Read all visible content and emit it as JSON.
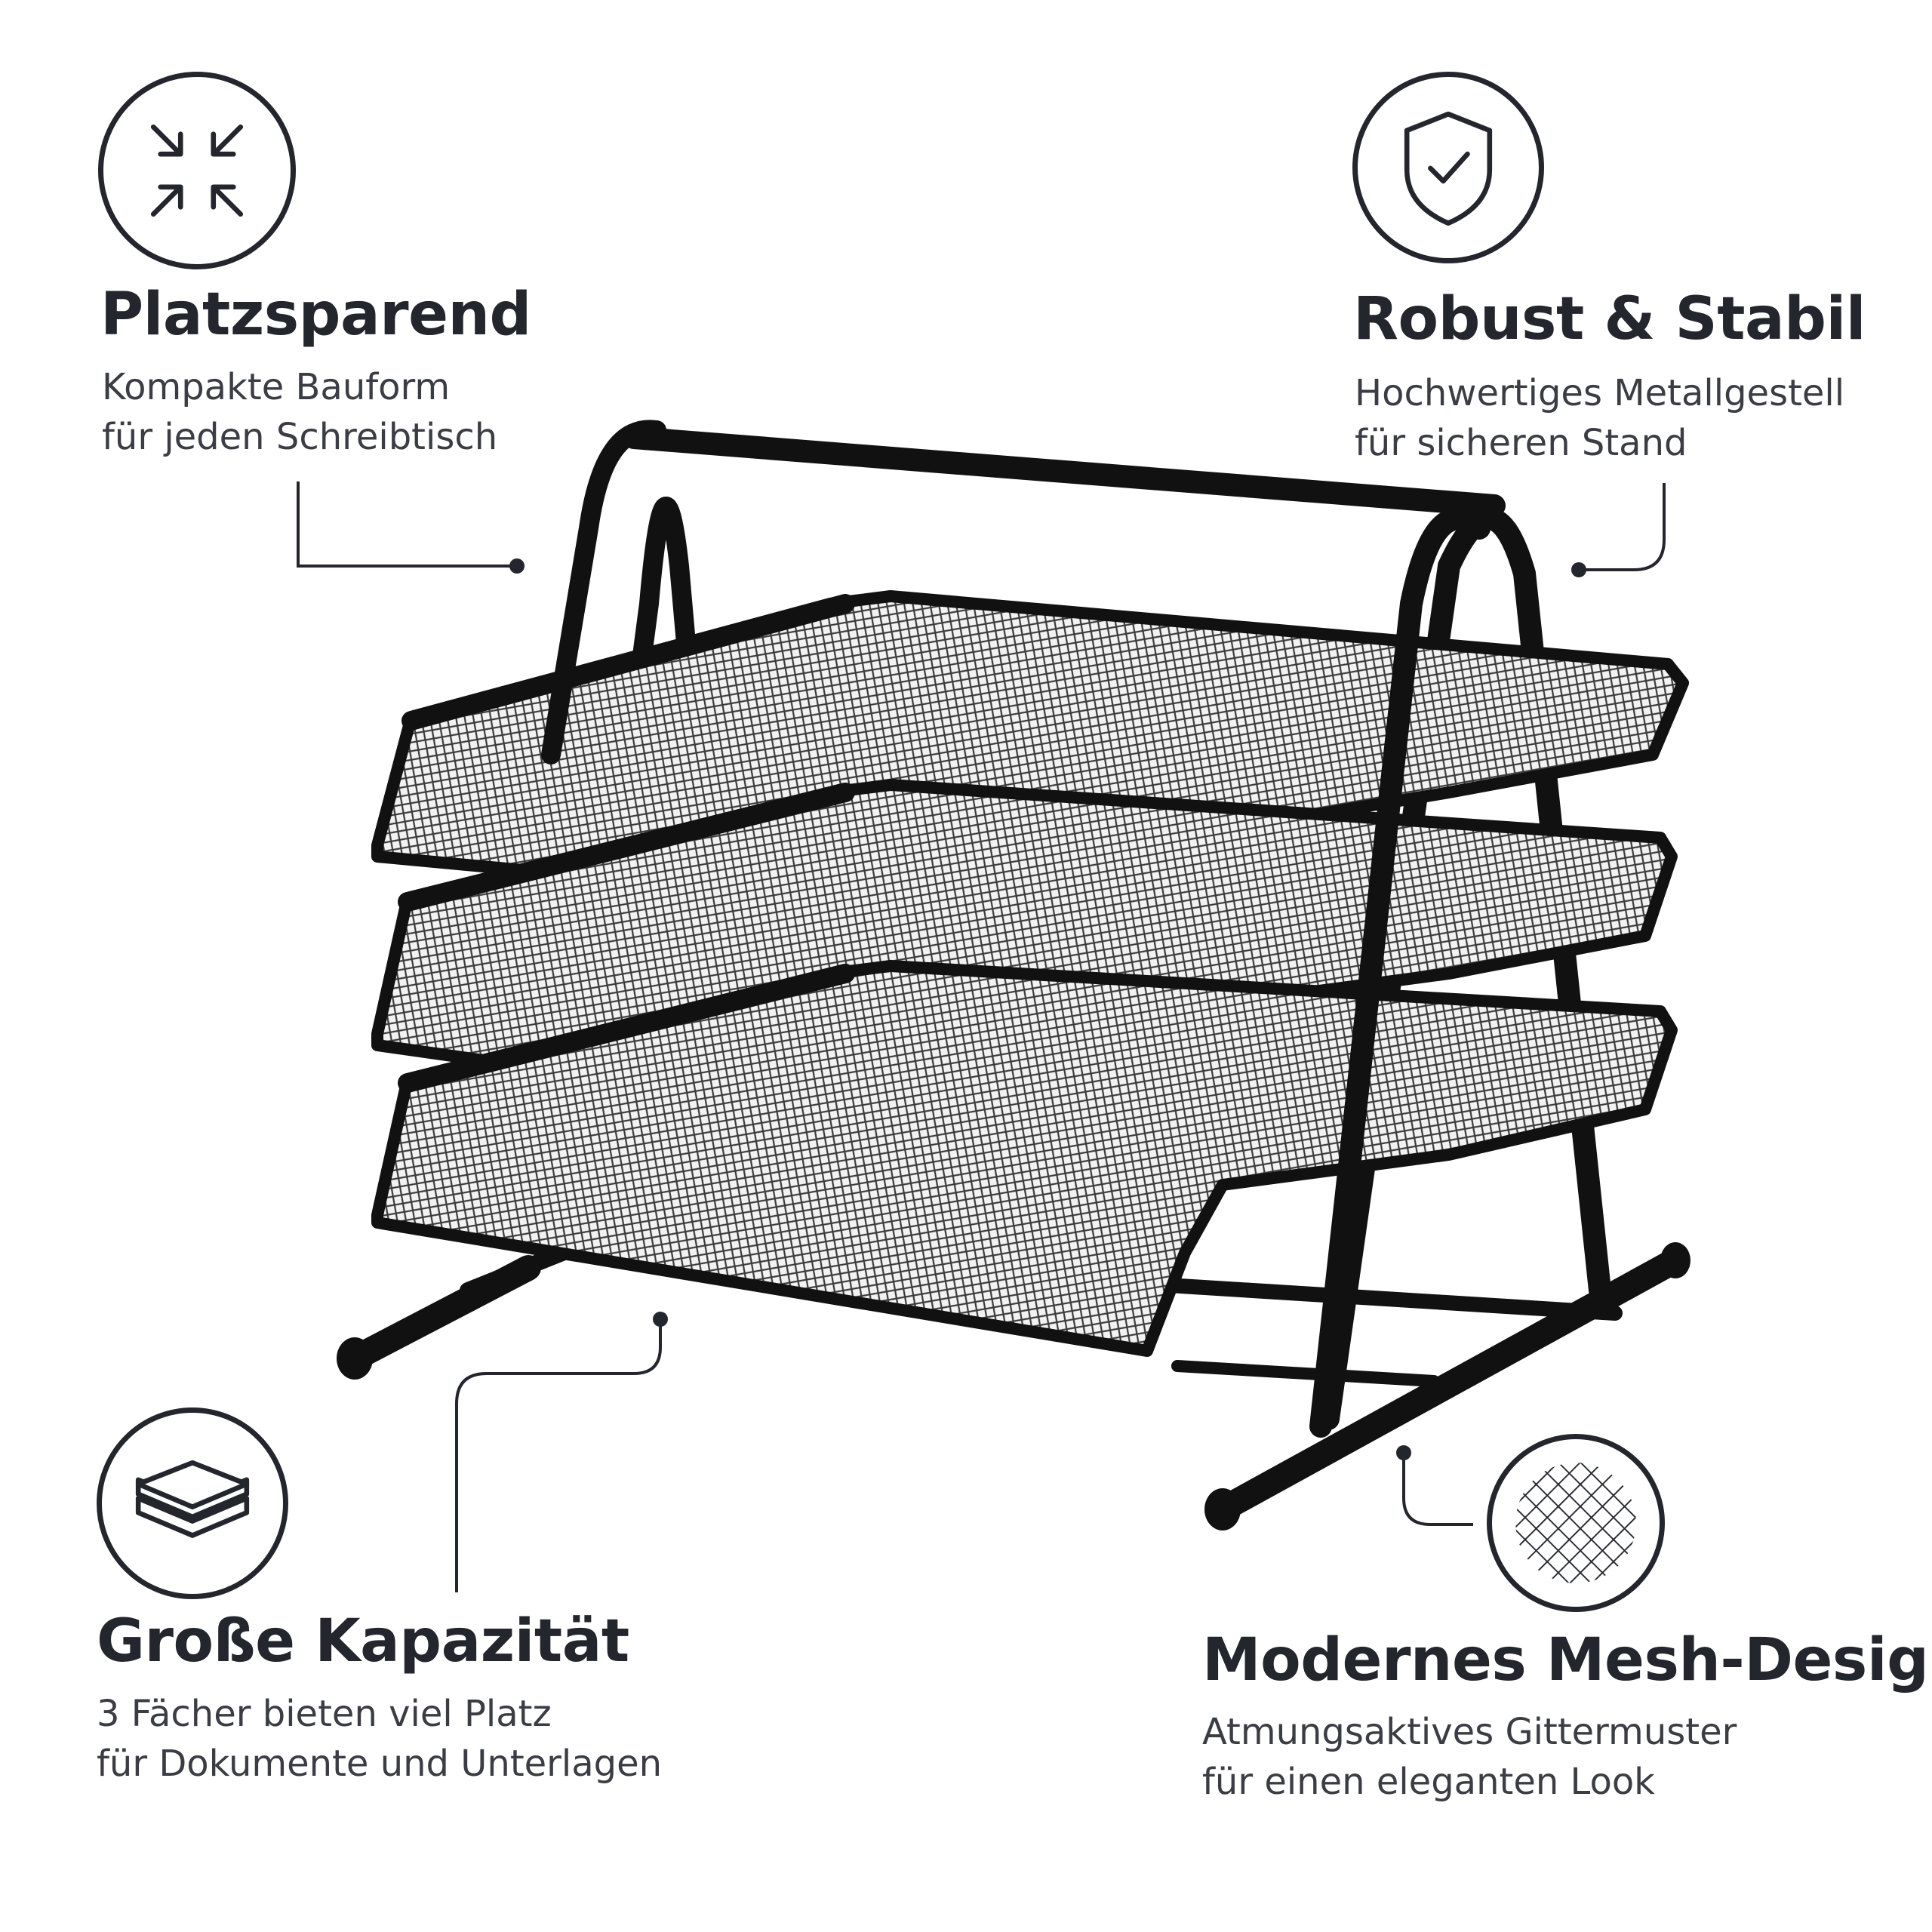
{
  "features": {
    "space": {
      "icon": "compress-arrows-icon",
      "title": "Platzsparend",
      "line1": "Kompakte Bauform",
      "line2": "für jeden Schreibtisch"
    },
    "robust": {
      "icon": "shield-check-icon",
      "title": "Robust & Stabil",
      "line1": "Hochwertiges Metallgestell",
      "line2": "für sicheren Stand"
    },
    "capacity": {
      "icon": "stacked-layers-icon",
      "title": "Große Kapazität",
      "line1": "3 Fächer bieten viel Platz",
      "line2": "für Dokumente und Unterlagen"
    },
    "mesh": {
      "icon": "mesh-grid-icon",
      "title": "Modernes Mesh-Design",
      "line1": "Atmungsaktives Gittermuster",
      "line2": "für einen eleganten Look"
    }
  },
  "colors": {
    "ink": "#23262d",
    "metal": "#111111",
    "mesh": "#9a9a9a"
  }
}
